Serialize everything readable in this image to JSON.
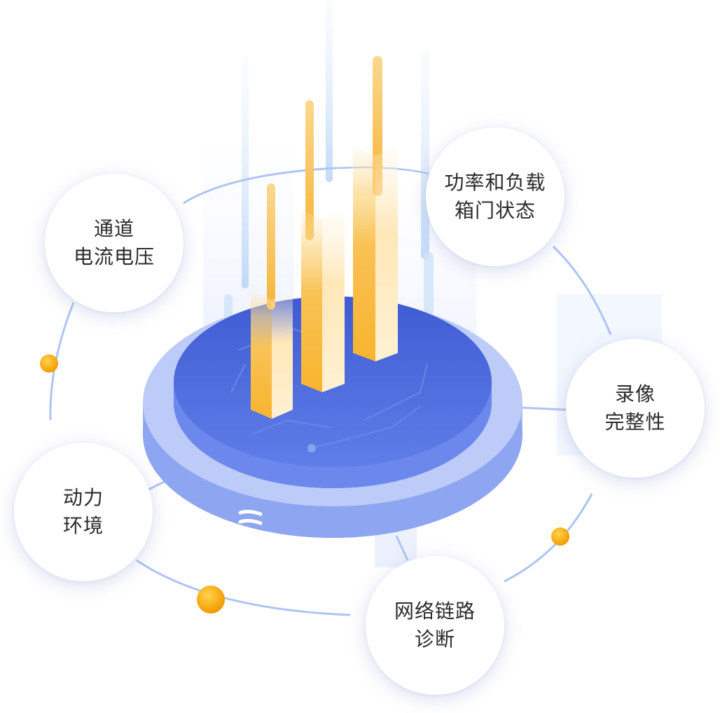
{
  "colors": {
    "ring": "#aec4f2",
    "platform_top": "#4a67dc",
    "platform_side": "#7d97ee",
    "bar_light": "#ffe7b0",
    "bar_dark": "#f6ad25",
    "dot": "#f6a200",
    "text": "#2b2b2b"
  },
  "icons": {
    "platform_logo": "stack-lines-icon"
  },
  "nodes": [
    {
      "id": "channel",
      "lines": [
        "通道",
        "电流电压"
      ]
    },
    {
      "id": "power-load",
      "lines": [
        "功率和负载",
        "箱门状态"
      ]
    },
    {
      "id": "recording",
      "lines": [
        "录像",
        "完整性"
      ]
    },
    {
      "id": "network",
      "lines": [
        "网络链路",
        "诊断"
      ]
    },
    {
      "id": "environment",
      "lines": [
        "动力",
        "环境"
      ]
    }
  ]
}
